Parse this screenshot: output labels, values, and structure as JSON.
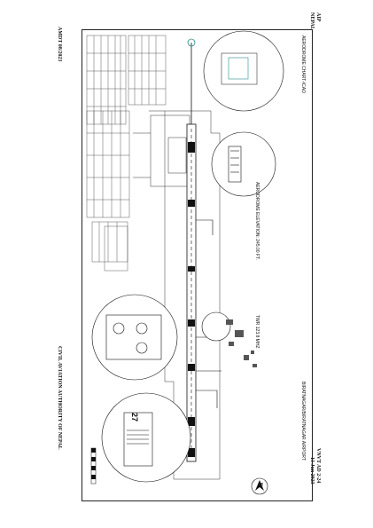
{
  "header": {
    "aip": "AIP",
    "nepal": "NEPAL",
    "page_code": "VNVT AD 2-24",
    "date": "13 Jun 2023"
  },
  "footer": {
    "amdt": "AMDT 08/2023",
    "authority": "CIVIL AVIATION AUTHORITY OF NEPAL"
  },
  "chart": {
    "title": "AERODROME CHART-ICAO",
    "airport": "BIRATNAGAR/BIRATNAGAR AIRPORT",
    "elevation": "AERODROME ELEVATION: 245.00 FT.",
    "twr": "TWR 123.8 MHZ",
    "runway_end": "27",
    "north": "N"
  },
  "colors": {
    "ink": "#111111",
    "line": "#333333",
    "tint": "#2a8a8a"
  }
}
